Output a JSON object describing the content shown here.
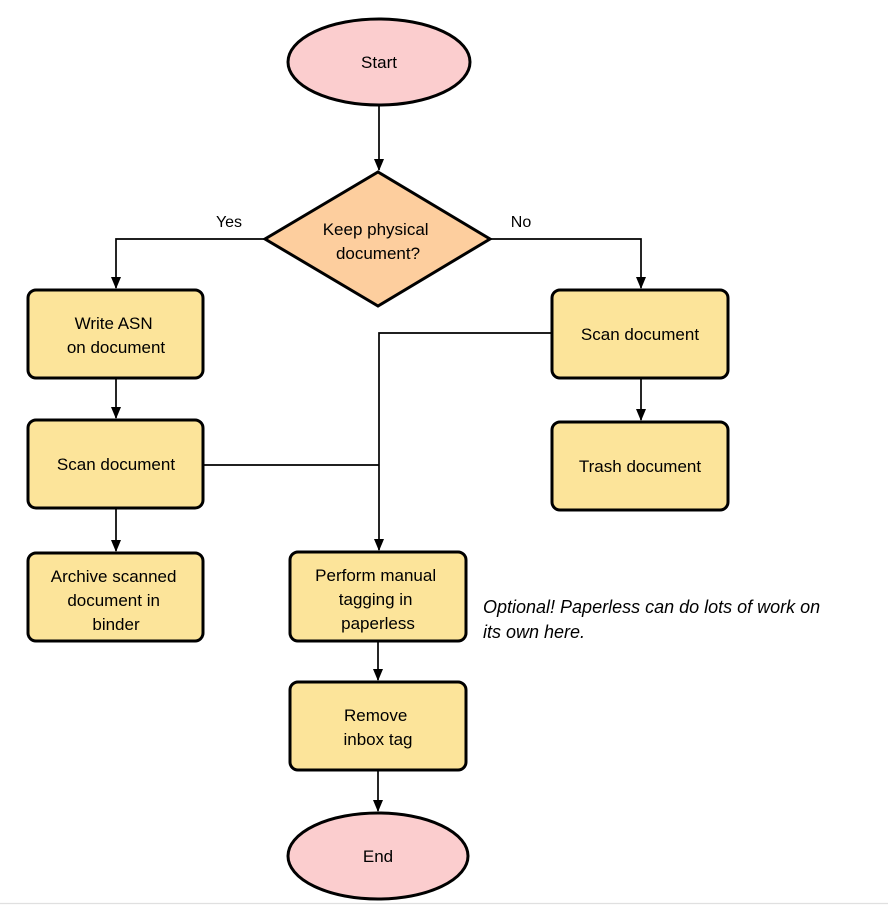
{
  "colors": {
    "background": "#ffffff",
    "terminal_fill": "#fbcdce",
    "decision_fill": "#fdce9e",
    "process_fill": "#fce49a",
    "stroke": "#000000",
    "footer_line": "#e0e0e0"
  },
  "nodes": {
    "start": {
      "label": "Start"
    },
    "decision": {
      "lines": [
        "Keep physical",
        "document?"
      ]
    },
    "write_asn": {
      "lines": [
        "Write ASN",
        "on document"
      ]
    },
    "scan_left": {
      "label": "Scan document"
    },
    "archive": {
      "lines": [
        "Archive scanned",
        "document in",
        "binder"
      ]
    },
    "scan_right": {
      "label": "Scan document"
    },
    "trash": {
      "label": "Trash document"
    },
    "tagging": {
      "lines": [
        "Perform manual",
        "tagging in",
        "paperless"
      ]
    },
    "remove_inbox": {
      "lines": [
        "Remove",
        "inbox tag"
      ]
    },
    "end": {
      "label": "End"
    }
  },
  "edge_labels": {
    "yes": "Yes",
    "no": "No"
  },
  "annotation": {
    "lines": [
      "Optional! Paperless can do lots of work on",
      "its own here."
    ]
  }
}
